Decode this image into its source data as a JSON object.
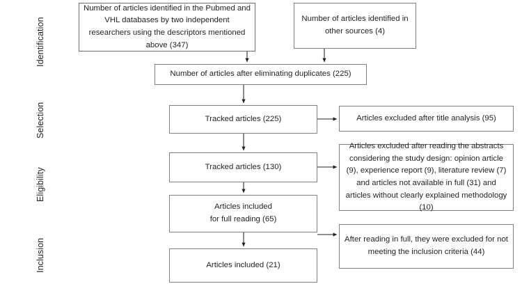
{
  "diagram": {
    "title": "PRISMA study selection flow diagram",
    "type": "flowchart",
    "stage_labels": [
      {
        "name": "identification",
        "label": "Identification"
      },
      {
        "name": "selection",
        "label": "Selection"
      },
      {
        "name": "eligibility",
        "label": "Eligibility"
      },
      {
        "name": "inclusion",
        "label": "Inclusion"
      }
    ],
    "boxes": {
      "identified_databases": "Number of articles identified in the Pubmed and VHL databases by two independent researchers using the descriptors mentioned above (347)",
      "identified_other_sources": "Number of articles identified in other sources (4)",
      "after_duplicates": "Number of articles after eliminating duplicates (225)",
      "tracked_225": "Tracked articles (225)",
      "excluded_title": "Articles excluded after title analysis (95)",
      "tracked_130": "Tracked articles (130)",
      "excluded_abstracts": "Articles excluded after reading the abstracts considering the study design: opinion article (9), experience report (9), literature review (7) and articles not available in full (31) and articles without clearly explained methodology (10)",
      "included_full_reading": "Articles included\nfor full reading (65)",
      "excluded_full_text": "After reading in full, they were excluded for not meeting the inclusion criteria (44)",
      "articles_included": "Articles included (21)"
    },
    "counts": {
      "identified_databases": 347,
      "identified_other_sources": 4,
      "after_duplicates": 225,
      "tracked_225": 225,
      "excluded_title": 95,
      "tracked_130": 130,
      "excluded_opinion_article": 9,
      "excluded_experience_report": 9,
      "excluded_literature_review": 7,
      "excluded_not_available_full": 31,
      "excluded_unclear_methodology": 10,
      "included_full_reading": 65,
      "excluded_full_text": 44,
      "articles_included": 21
    },
    "colors": {
      "box_border": "#808080",
      "text": "#231f20",
      "connector": "#231f20",
      "background": "#ffffff"
    }
  }
}
